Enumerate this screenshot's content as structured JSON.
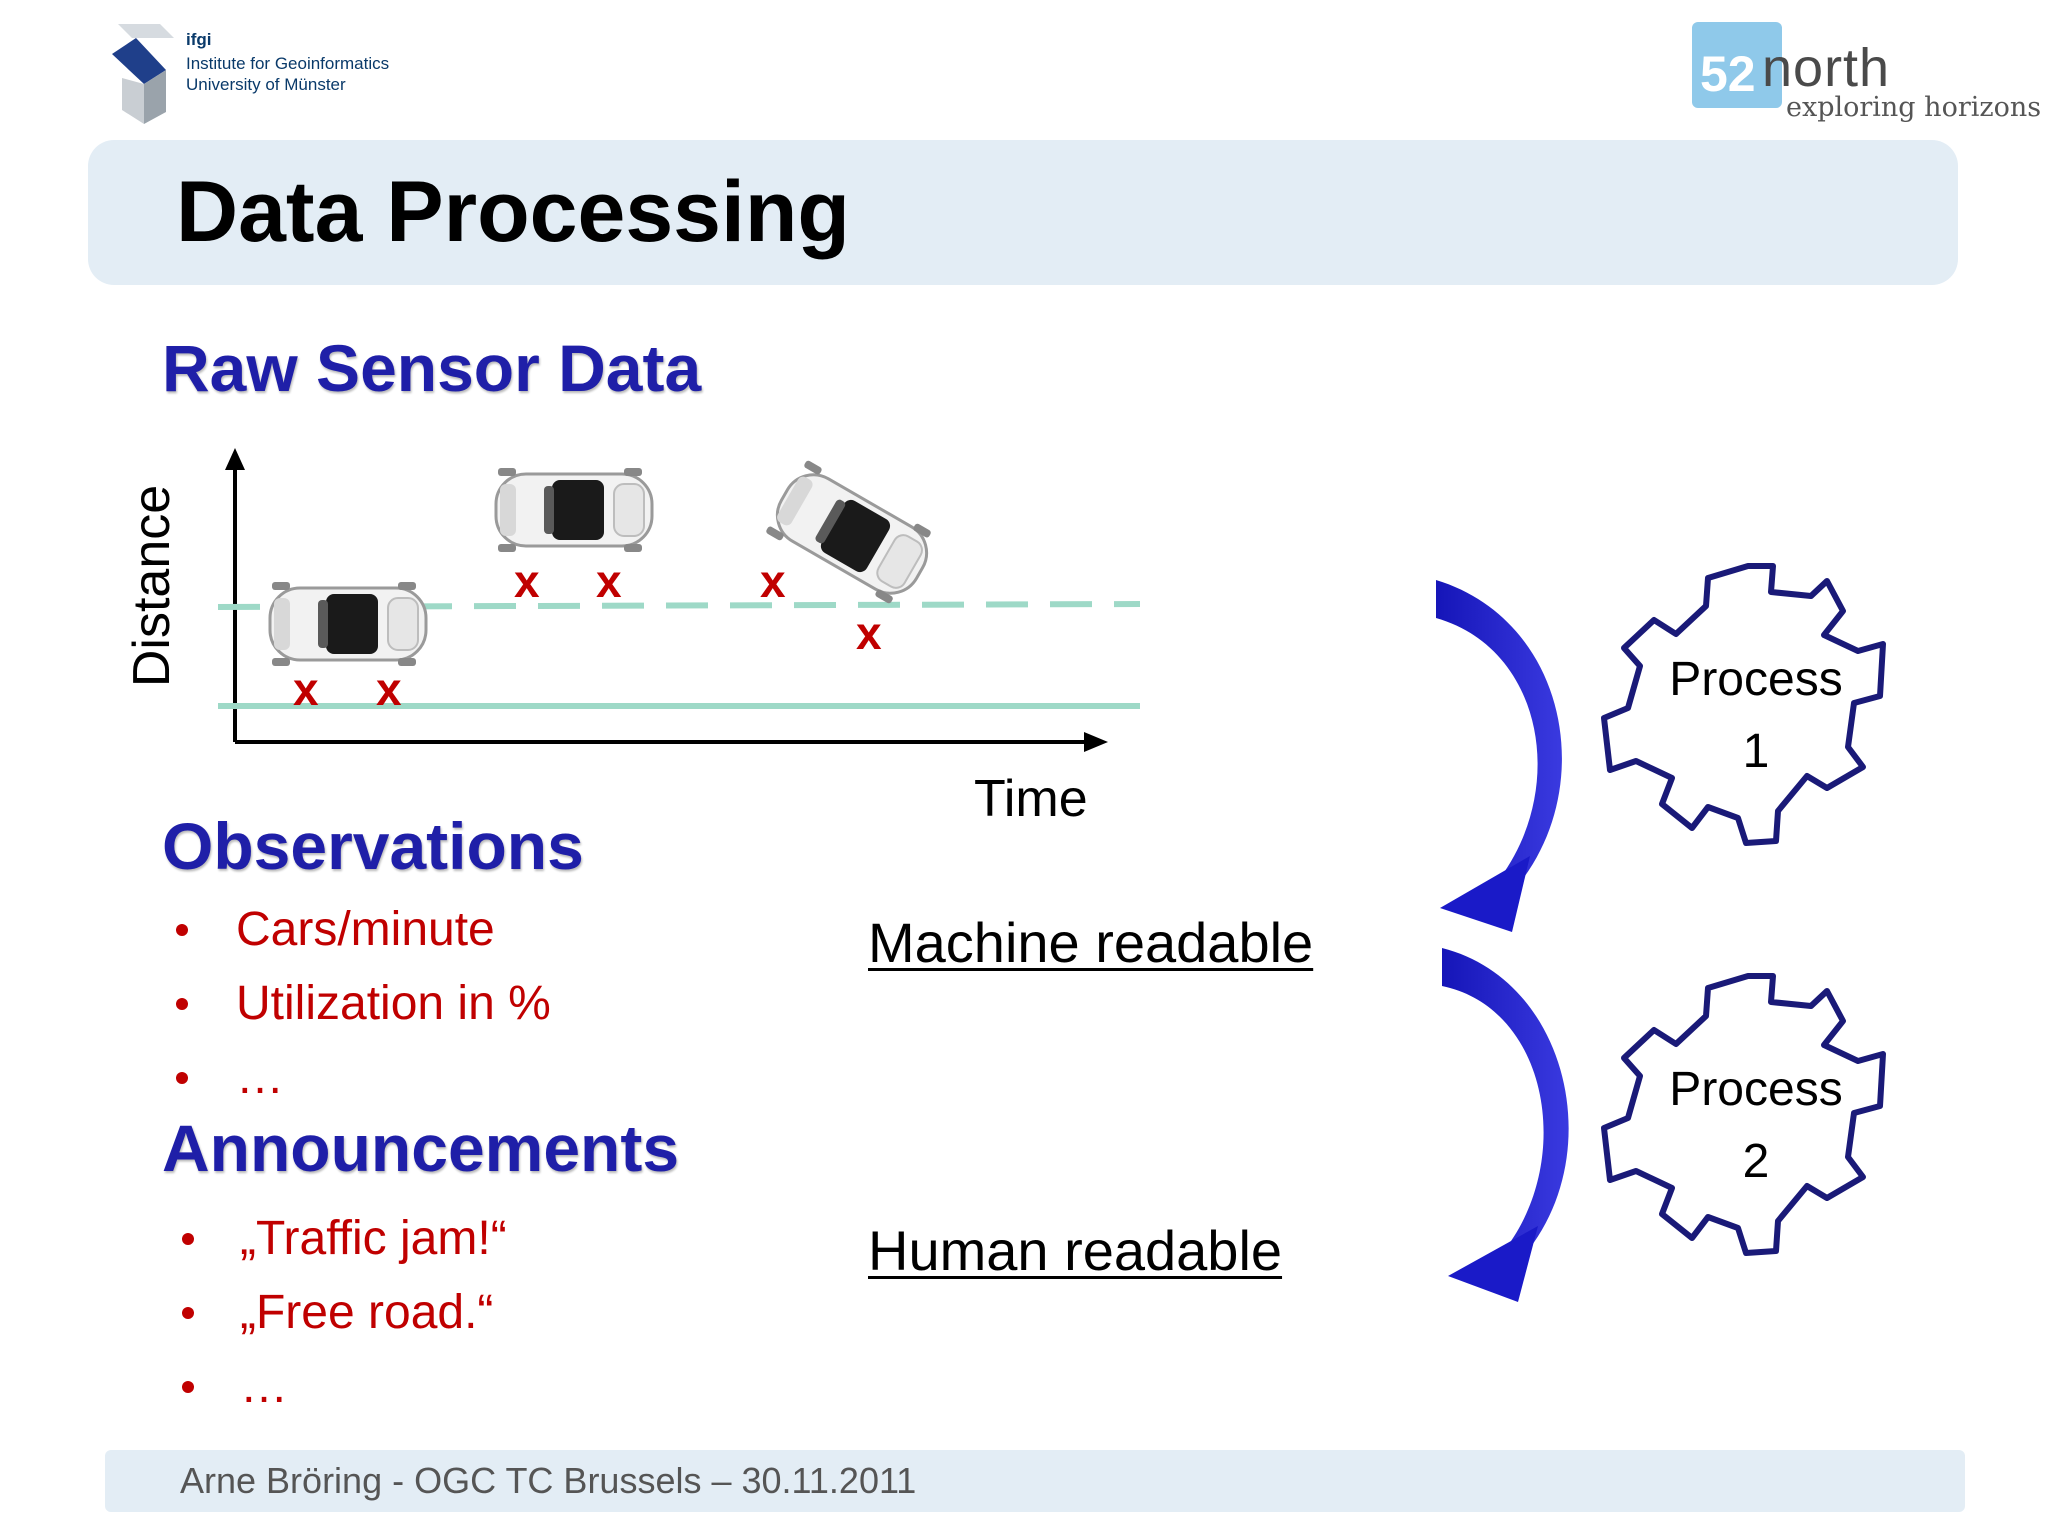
{
  "header": {
    "ifgi": {
      "short": "ifgi",
      "line1": "Institute for Geoinformatics",
      "line2": "University of Münster"
    },
    "logo52": {
      "number": "52",
      "word": "north",
      "tagline": "exploring horizons"
    }
  },
  "title": "Data Processing",
  "sections": {
    "raw": {
      "heading": "Raw Sensor Data"
    },
    "observations": {
      "heading": "Observations",
      "items": [
        "Cars/minute",
        "Utilization in %",
        "…"
      ]
    },
    "announcements": {
      "heading": "Announcements",
      "items": [
        "„Traffic jam!“",
        "„Free road.“",
        "…"
      ]
    }
  },
  "diagram": {
    "y_axis_label": "Distance",
    "x_axis_label": "Time",
    "marker": "x"
  },
  "flow": {
    "machine": "Machine readable",
    "human": "Human readable",
    "process1": {
      "line1": "Process",
      "line2": "1"
    },
    "process2": {
      "line1": "Process",
      "line2": "2"
    }
  },
  "footer": "Arne Bröring - OGC TC Brussels – 30.11.2011"
}
